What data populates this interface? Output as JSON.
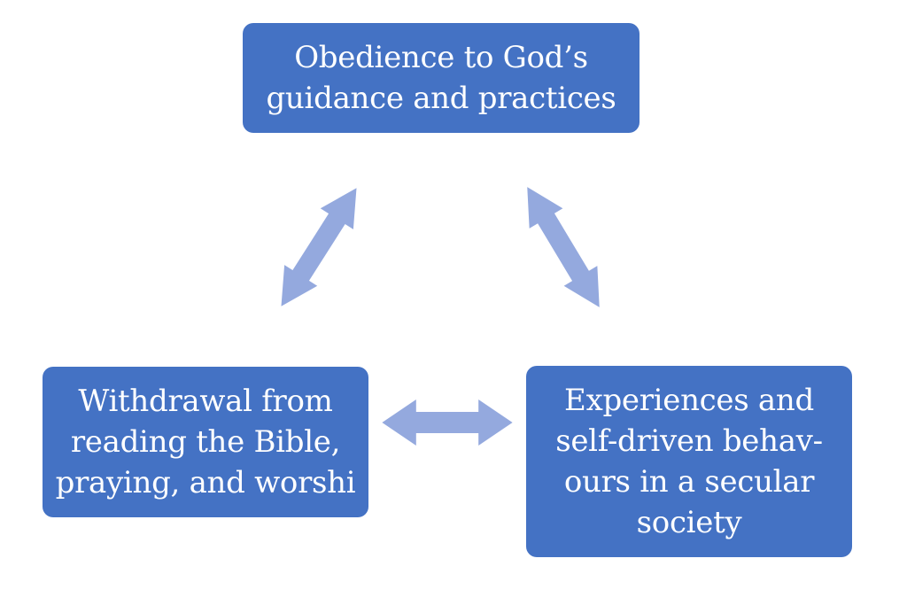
{
  "colors": {
    "box_fill": "#4472c4",
    "box_text": "#ffffff",
    "arrow_fill": "#94a9de",
    "background": "#ffffff"
  },
  "nodes": {
    "top": {
      "lines": [
        "Obedience to God’s",
        "guidance and practices"
      ]
    },
    "left": {
      "lines": [
        "Withdrawal from",
        "reading the Bible,",
        "praying, and worshi"
      ]
    },
    "right": {
      "lines": [
        "Experiences and",
        "self-driven behav-",
        "ours in a secular",
        "society"
      ]
    }
  },
  "edges": [
    {
      "from": "top",
      "to": "left",
      "type": "bidirectional"
    },
    {
      "from": "top",
      "to": "right",
      "type": "bidirectional"
    },
    {
      "from": "left",
      "to": "right",
      "type": "bidirectional"
    }
  ]
}
